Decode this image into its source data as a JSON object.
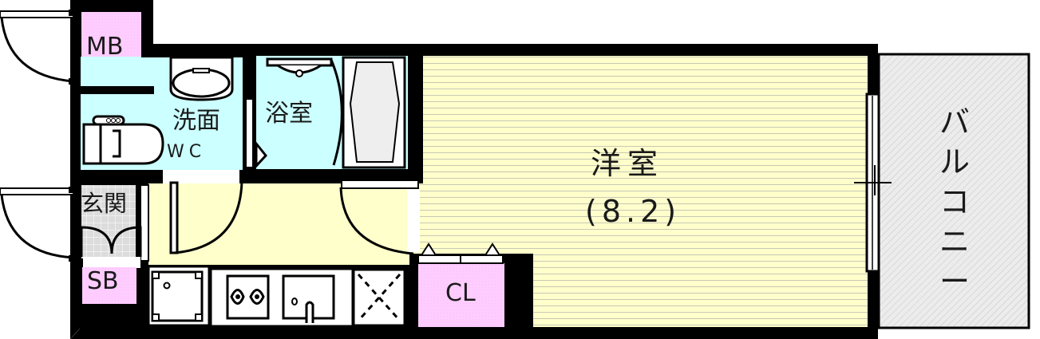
{
  "floor_plan": {
    "colors": {
      "wall": "#000000",
      "wet_area": "#ccffff",
      "main_room": "#ffffcc",
      "storage": "#ffccff",
      "balcony": "#e6e6e6",
      "entrance_tile": "#dddddd",
      "fixture": "#ffffff"
    },
    "rooms": {
      "meter_box": {
        "label": "MB"
      },
      "washroom": {
        "label": "洗面"
      },
      "toilet": {
        "label": "WC"
      },
      "bathroom": {
        "label": "浴室"
      },
      "entrance": {
        "label": "玄関"
      },
      "shoe_box": {
        "label": "SB"
      },
      "western_room": {
        "label": "洋室",
        "area_label": "(8.2)"
      },
      "closet": {
        "label": "CL"
      },
      "balcony": {
        "label": "バルコニー"
      }
    },
    "fixtures": [
      "washbasin",
      "toilet",
      "bathtub",
      "shower",
      "refrigerator-space",
      "two-burner-stove",
      "kitchen-sink",
      "washing-machine-space"
    ]
  }
}
